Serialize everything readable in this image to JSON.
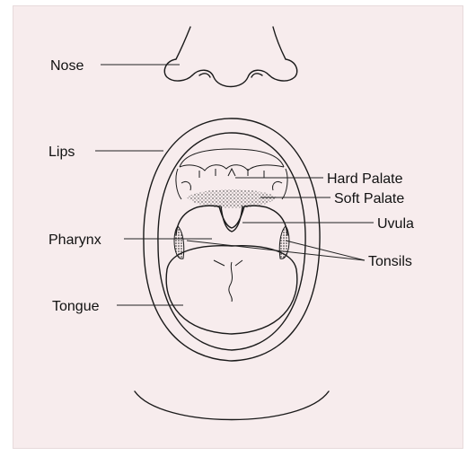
{
  "diagram": {
    "labels": {
      "nose": "Nose",
      "lips": "Lips",
      "hard_palate": "Hard Palate",
      "soft_palate": "Soft Palate",
      "uvula": "Uvula",
      "pharynx": "Pharynx",
      "tonsils": "Tonsils",
      "tongue": "Tongue"
    },
    "colors": {
      "background": "#f7eced",
      "line": "#1a1a1a",
      "text": "#111111"
    }
  }
}
